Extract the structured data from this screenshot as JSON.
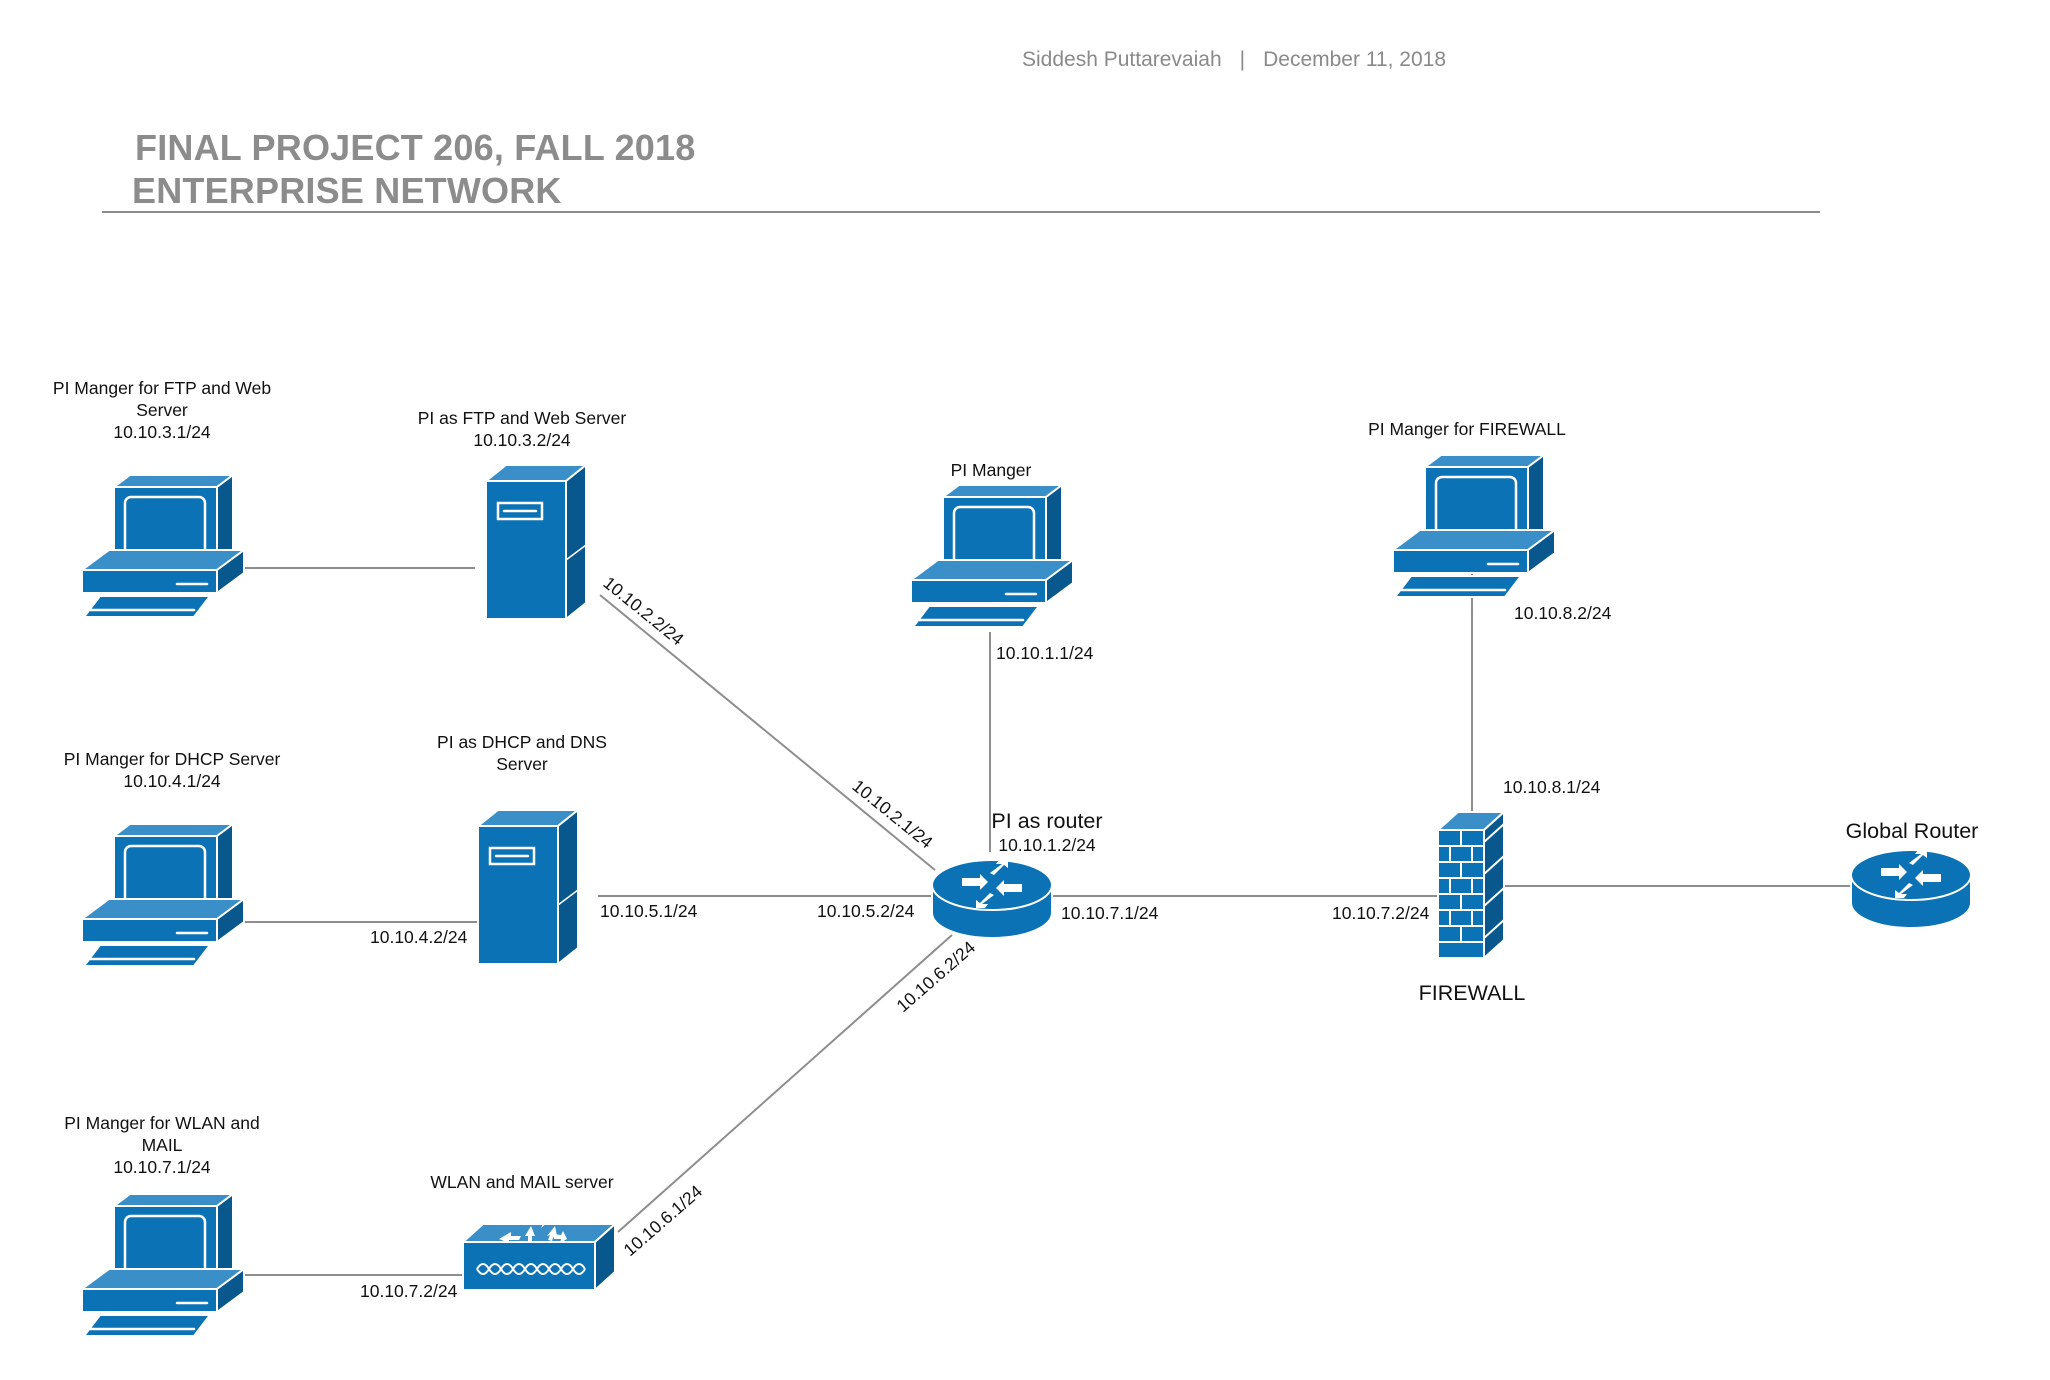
{
  "header": {
    "author": "Siddesh Puttarevaiah",
    "separator": "|",
    "date": "December 11, 2018",
    "title_line1": "FINAL PROJECT 206, FALL 2018",
    "title_line2": "ENTERPRISE NETWORK"
  },
  "colors": {
    "device_blue": "#0b72b5",
    "header_gray": "#8c8c8c",
    "link_gray": "#8e8e8e"
  },
  "nodes": {
    "pc_ftp_manager": {
      "icon": "workstation-icon",
      "label_line1": "PI Manger for FTP and Web",
      "label_line2": "Server",
      "label_line3": "10.10.3.1/24"
    },
    "ftp_server": {
      "icon": "server-tower-icon",
      "label_line1": "PI as FTP and Web Server",
      "label_line2": "10.10.3.2/24"
    },
    "pc_pi_manager": {
      "icon": "workstation-icon",
      "label_line1": "PI Manger"
    },
    "pc_firewall_manager": {
      "icon": "workstation-icon",
      "label_line1": "PI Manger  for FIREWALL"
    },
    "pc_dhcp_manager": {
      "icon": "workstation-icon",
      "label_line1": "PI Manger for DHCP Server",
      "label_line2": "10.10.4.1/24"
    },
    "dhcp_server": {
      "icon": "server-tower-icon",
      "label_line1": "PI as DHCP and DNS",
      "label_line2": "Server"
    },
    "router": {
      "icon": "router-icon",
      "label_line1": "PI as router",
      "label_line2": "10.10.1.2/24"
    },
    "firewall": {
      "icon": "firewall-icon",
      "label_line1": "FIREWALL"
    },
    "global_router": {
      "icon": "router-icon",
      "label_line1": "Global Router"
    },
    "pc_wlan_manager": {
      "icon": "workstation-icon",
      "label_line1": "PI Manger for WLAN and",
      "label_line2": "MAIL",
      "label_line3": "10.10.7.1/24"
    },
    "wlan_server": {
      "icon": "wireless-appliance-icon",
      "label_line1": "WLAN and MAIL server"
    }
  },
  "links": {
    "ftp_router_a": "10.10.2.2/24",
    "ftp_router_b": "10.10.2.1/24",
    "pimgr_router": "10.10.1.1/24",
    "fwmgr_firewall_a": "10.10.8.2/24",
    "fwmgr_firewall_b": "10.10.8.1/24",
    "dhcpmgr_dhcp": "10.10.4.2/24",
    "dhcp_router_a": "10.10.5.1/24",
    "dhcp_router_b": "10.10.5.2/24",
    "router_firewall_a": "10.10.7.1/24",
    "router_firewall_b": "10.10.7.2/24",
    "wlan_router_a": "10.10.6.1/24",
    "wlan_router_b": "10.10.6.2/24",
    "wlanmgr_wlan": "10.10.7.2/24"
  }
}
